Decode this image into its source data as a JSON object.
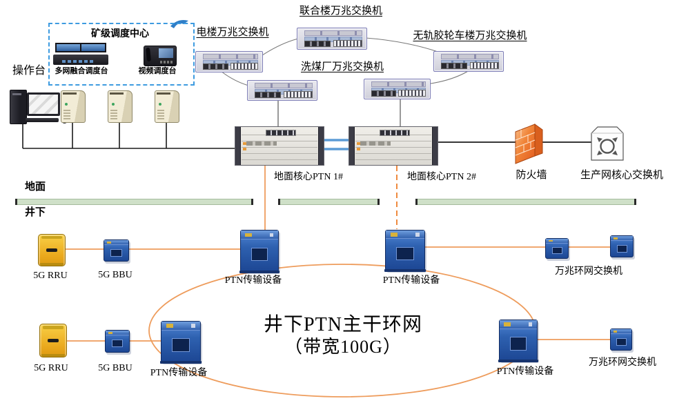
{
  "surface": {
    "operator_console_label": "操作台",
    "dispatch_center": {
      "title": "矿级调度中心",
      "fusion_console_label": "多网融合调度台",
      "video_console_label": "视频调度台"
    },
    "ring_switches": {
      "union_building": "联合楼万兆交换机",
      "power_building": "电楼万兆交换机",
      "trackless_vehicle_building": "无轨胶轮车楼万兆交换机",
      "coal_washing_plant": "洗煤厂万兆交换机"
    },
    "core_ptn_1_label": "地面核心PTN 1#",
    "core_ptn_2_label": "地面核心PTN 2#",
    "firewall_label": "防火墙",
    "production_core_switch_label": "生产网核心交换机"
  },
  "divider": {
    "surface_label": "地面",
    "underground_label": "井下"
  },
  "underground": {
    "ring_title": "井下PTN主干环网",
    "ring_bandwidth": "（带宽100G）",
    "rru_label": "5G RRU",
    "bbu_label": "5G BBU",
    "ptn_device_label": "PTN传输设备",
    "ring_switch_label": "万兆环网交换机"
  },
  "colors": {
    "ring_line_orange": "#EE9C5C",
    "dashed_link_orange": "#EF8A3E",
    "core_link_blue": "#5B9BD5",
    "dispatch_border_blue": "#3D9BE0",
    "firewall_orange": "#ED7D31",
    "divider_green": "#CFE0C8"
  }
}
